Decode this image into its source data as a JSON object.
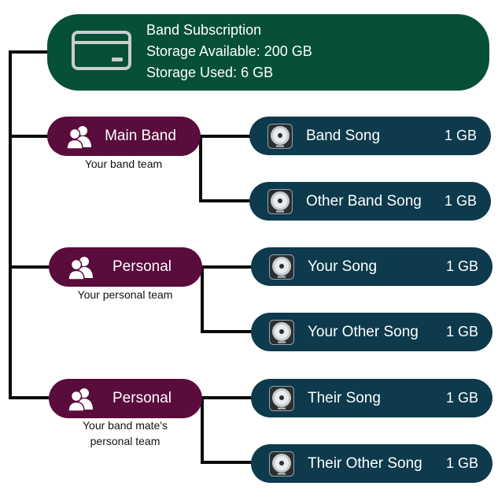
{
  "subscription": {
    "icon": "credit-card-icon",
    "title": "Band Subscription",
    "storage_available": "Storage Available: 200 GB",
    "storage_used": "Storage Used: 6 GB"
  },
  "teams": [
    {
      "name": "Main Band",
      "subtitle": "Your band team",
      "icon": "people-icon",
      "songs": [
        {
          "name": "Band Song",
          "size": "1 GB",
          "icon": "disc-icon"
        },
        {
          "name": "Other Band Song",
          "size": "1 GB",
          "icon": "disc-icon"
        }
      ]
    },
    {
      "name": "Personal",
      "subtitle": "Your personal team",
      "icon": "people-icon",
      "songs": [
        {
          "name": "Your Song",
          "size": "1 GB",
          "icon": "disc-icon"
        },
        {
          "name": "Your Other Song",
          "size": "1 GB",
          "icon": "disc-icon"
        }
      ]
    },
    {
      "name": "Personal",
      "subtitle_lines": [
        "Your band mate's",
        "personal team"
      ],
      "icon": "people-icon",
      "songs": [
        {
          "name": "Their Song",
          "size": "1 GB",
          "icon": "disc-icon"
        },
        {
          "name": "Their Other Song",
          "size": "1 GB",
          "icon": "disc-icon"
        }
      ]
    }
  ],
  "colors": {
    "subscription": "#065036",
    "team": "#5a0c3c",
    "song": "#0d3a4c",
    "connector": "#0b0b0b"
  }
}
